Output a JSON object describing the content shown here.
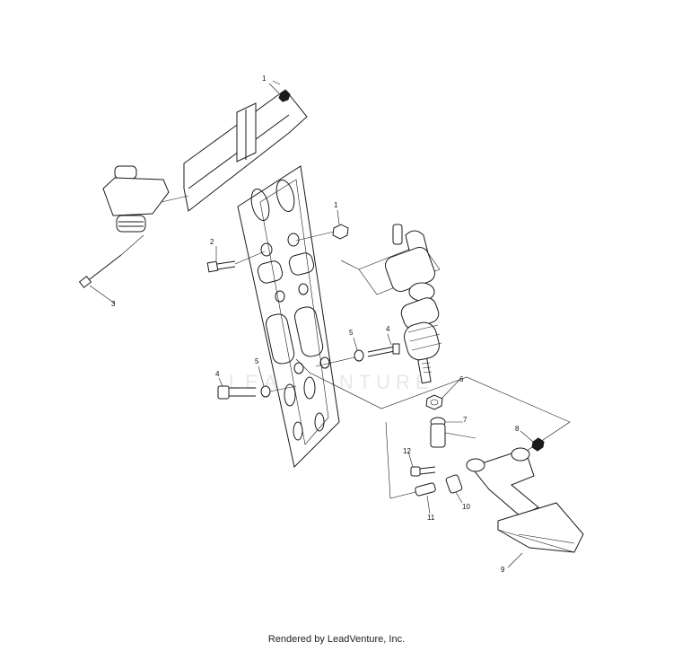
{
  "diagram": {
    "callouts": [
      "1",
      "1",
      "2",
      "3",
      "4",
      "4",
      "5",
      "5",
      "6",
      "7",
      "8",
      "9",
      "10",
      "11",
      "12"
    ]
  },
  "watermark": {
    "text": "LEADVENTURE"
  },
  "footer": {
    "text": "Rendered by LeadVenture, Inc."
  }
}
